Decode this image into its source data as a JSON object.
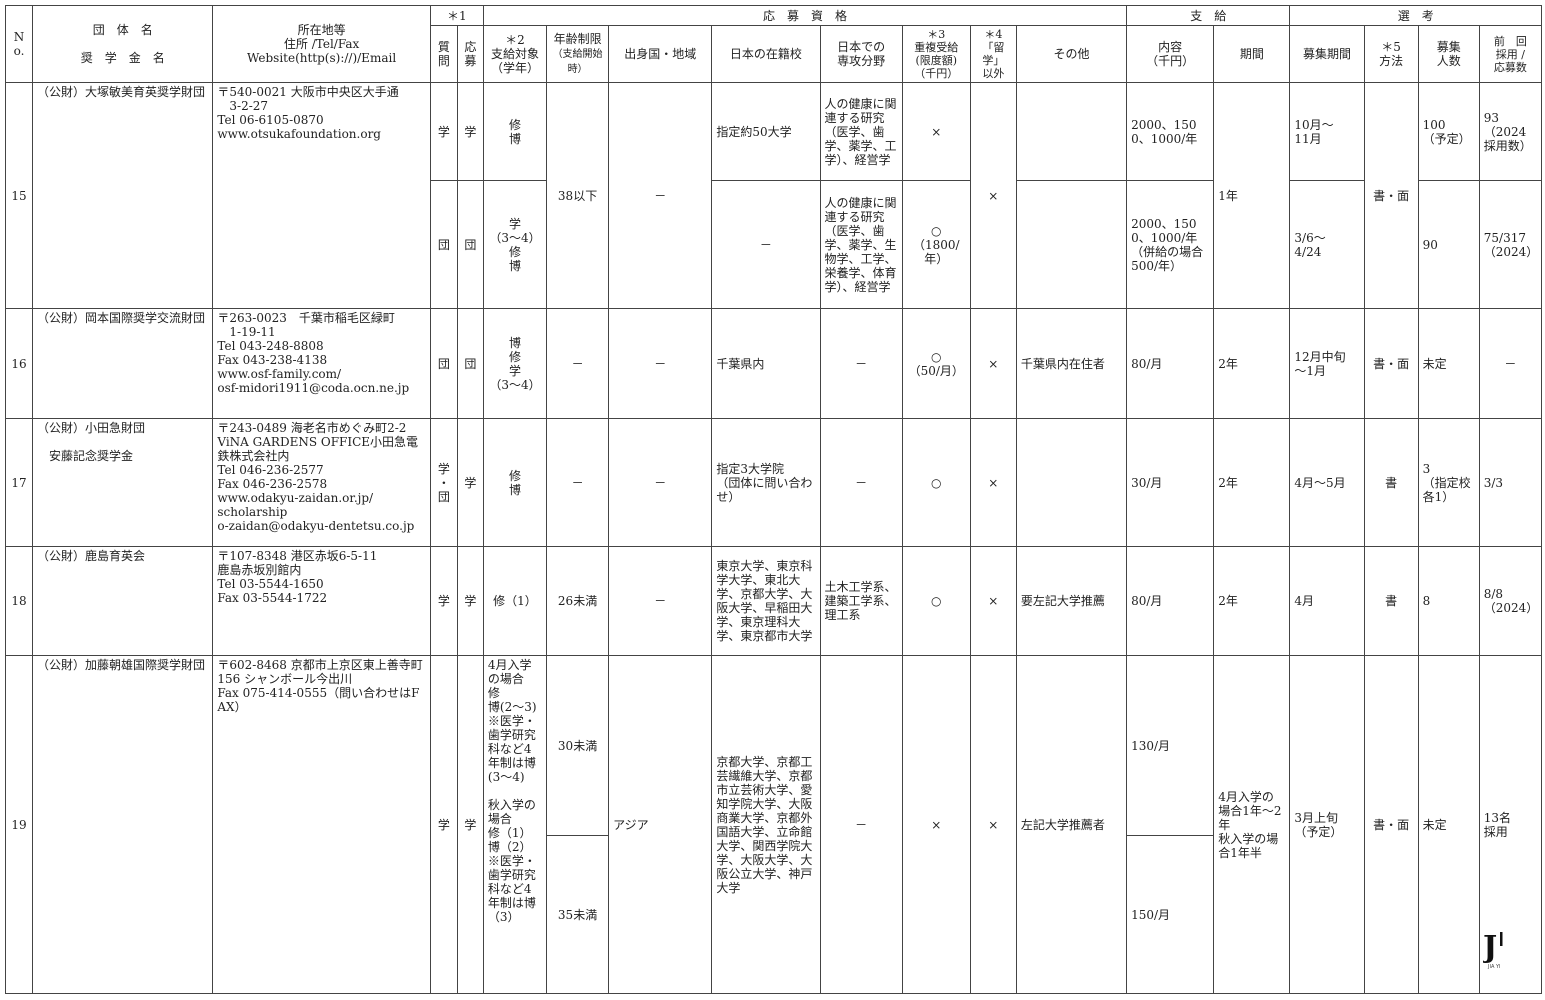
{
  "header": {
    "no": "No.",
    "org_name": "団　体　名\n\n奨　学　金　名",
    "address": "所在地等\n住所 /Tel/Fax\nWebsite(http(s)://)/Email",
    "group1": "＊1",
    "qualification": "応　募　資　格",
    "payment": "支　給",
    "selection": "選　考",
    "inquiry": "質\n問",
    "apply": "応\n募",
    "target": "＊2\n支給対象\n（学年）",
    "age_limit": "年齢制限",
    "age_limit_sub": "（支給開始時）",
    "origin": "出身国・地域",
    "school": "日本の在籍校",
    "major": "日本での\n専攻分野",
    "double": "＊3\n重複受給\n(限度額)\n（千円）",
    "non_ryugaku": "＊4\n「留学」\n以外",
    "other": "その他",
    "content": "内容\n（千円）",
    "period": "期間",
    "recruit_period": "募集期間",
    "method": "＊5\n方法",
    "recruit_count": "募集\n人数",
    "previous": "前　回\n採用 /\n応募数"
  },
  "rows": {
    "r15": {
      "no": "15",
      "org": "（公財）大塚敏美育英奨学財団",
      "address": "〒540-0021 大阪市中央区大手通\n　3-2-27\nTel 06-6105-0870\nwww.otsukafoundation.org",
      "age": "38以下",
      "origin": "－",
      "non_ryugaku": "×",
      "period": "1年",
      "method": "書・面",
      "a": {
        "inquiry": "学",
        "apply": "学",
        "target": "修\n博",
        "school": "指定約50大学",
        "major": "人の健康に関連する研究（医学、歯学、薬学、工学）、経営学",
        "double": "×",
        "content": "2000、1500、1000/年",
        "recruit_period": "10月～\n11月",
        "count": "100\n（予定）",
        "previous": "93\n（2024\n採用数）"
      },
      "b": {
        "inquiry": "団",
        "apply": "団",
        "target": "学\n（3～4）\n修\n博",
        "school": "－",
        "major": "人の健康に関連する研究（医学、歯学、薬学、生物学、工学、栄養学、体育学）、経営学",
        "double": "○\n（1800/\n年）",
        "content": "2000、1500、1000/年（併給の場合500/年）",
        "recruit_period": "3/6～\n4/24",
        "count": "90",
        "previous": "75/317\n（2024）"
      }
    },
    "r16": {
      "no": "16",
      "org": "（公財）岡本国際奨学交流財団",
      "address": "〒263-0023　千葉市稲毛区緑町\n　1-19-11\nTel 043-248-8808\nFax 043-238-4138\nwww.osf-family.com/\nosf-midori1911@coda.ocn.ne.jp",
      "inquiry": "団",
      "apply": "団",
      "target": "博\n修\n学\n（3～4）",
      "age": "－",
      "origin": "－",
      "school": "千葉県内",
      "major": "－",
      "double": "○\n（50/月）",
      "non_ryugaku": "×",
      "other": "千葉県内在住者",
      "content": "80/月",
      "period": "2年",
      "recruit_period": "12月中旬\n～1月",
      "method": "書・面",
      "count": "未定",
      "previous": "－"
    },
    "r17": {
      "no": "17",
      "org": "（公財）小田急財団\n\n　安藤記念奨学金",
      "address": "〒243-0489 海老名市めぐみ町2-2\nViNA GARDENS OFFICE小田急電鉄株式会社内\nTel 046-236-2577\nFax 046-236-2578\nwww.odakyu-zaidan.or.jp/\nscholarship\no-zaidan@odakyu-dentetsu.co.jp",
      "inquiry": "学\n・\n団",
      "apply": "学",
      "target": "修\n博",
      "age": "－",
      "origin": "－",
      "school": "指定3大学院\n（団体に問い合わせ）",
      "major": "－",
      "double": "○",
      "non_ryugaku": "×",
      "other": "",
      "content": "30/月",
      "period": "2年",
      "recruit_period": "4月～5月",
      "method": "書",
      "count": "3\n（指定校各1）",
      "previous": "3/3"
    },
    "r18": {
      "no": "18",
      "org": "（公財）鹿島育英会",
      "address": "〒107-8348 港区赤坂6-5-11\n鹿島赤坂別館内\nTel 03-5544-1650\nFax 03-5544-1722",
      "inquiry": "学",
      "apply": "学",
      "target": "修（1）",
      "age": "26未満",
      "origin": "－",
      "school": "東京大学、東京科学大学、東北大学、京都大学、大阪大学、早稲田大学、東京理科大学、東京都市大学",
      "major": "土木工学系、建築工学系、理工系",
      "double": "○",
      "non_ryugaku": "×",
      "other": "要左記大学推薦",
      "content": "80/月",
      "period": "2年",
      "recruit_period": "4月",
      "method": "書",
      "count": "8",
      "previous": "8/8\n（2024）"
    },
    "r19": {
      "no": "19",
      "org": "（公財）加藤朝雄国際奨学財団",
      "address": "〒602-8468 京都市上京区東上善寺町156 シャンボール今出川\nFax 075-414-0555（問い合わせはFAX）",
      "inquiry": "学",
      "apply": "学",
      "target": "4月入学の場合\n修\n博(2～3)\n※医学・歯学研究科など4年制は博(3～4)\n\n秋入学の場合\n修（1）\n博（2）\n※医学・歯学研究科など4年制は博（3）",
      "age_a": "30未満",
      "age_b": "35未満",
      "origin": "アジア",
      "school": "京都大学、京都工芸繊維大学、京都市立芸術大学、愛知学院大学、大阪商業大学、京都外国語大学、立命館大学、関西学院大学、大阪大学、大阪公立大学、神戸大学",
      "major": "－",
      "double": "×",
      "non_ryugaku": "×",
      "other": "左記大学推薦者",
      "content_a": "130/月",
      "content_b": "150/月",
      "period": "4月入学の場合1年～2年\n秋入学の場合1年半",
      "recruit_period": "3月上旬\n（予定）",
      "method": "書・面",
      "count": "未定",
      "previous": "13名\n採用"
    }
  },
  "logo": {
    "letter": "J",
    "text": "JIA YI"
  }
}
